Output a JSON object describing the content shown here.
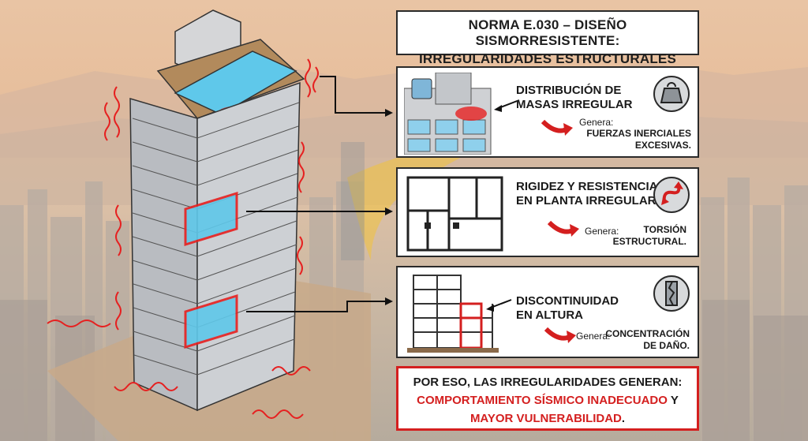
{
  "header": {
    "line1": "NORMA E.030 – DISEÑO SISMORRESISTENTE:",
    "line2": "IRREGULARIDADES ESTRUCTURALES"
  },
  "cards": [
    {
      "title_line1": "DISTRIBUCIÓN DE",
      "title_line2": "MASAS IRREGULAR",
      "genera_label": "Genera:",
      "effect_line1": "FUERZAS INERCIALES",
      "effect_line2": "EXCESIVAS.",
      "icon": "weight-icon"
    },
    {
      "title_line1": "RIGIDEZ Y RESISTENCIA",
      "title_line2": "EN PLANTA IRREGULAR",
      "genera_label": "Genera:",
      "effect_line1": "TORSIÓN",
      "effect_line2": "ESTRUCTURAL.",
      "icon": "torsion-arrow-icon"
    },
    {
      "title_line1": "DISCONTINUIDAD",
      "title_line2": "EN ALTURA",
      "genera_label": "Genera:",
      "effect_line1": "CONCENTRACIÓN",
      "effect_line2": "DE DAÑO.",
      "icon": "cracked-column-icon"
    }
  ],
  "conclusion": {
    "line1": "POR ESO, LAS IRREGULARIDADES GENERAN:",
    "line2_red": "COMPORTAMIENTO SÍSMICO INADECUADO",
    "line2_tail": " Y",
    "line3_red": "MAYOR VULNERABILIDAD",
    "line3_tail": "."
  },
  "colors": {
    "accent_red": "#d41f1f",
    "pool_blue": "#5fc8ea",
    "building_gray": "#c9ccd0",
    "frame_dark": "#2a2a2a",
    "watermark_yellow": "#f2c23a"
  }
}
